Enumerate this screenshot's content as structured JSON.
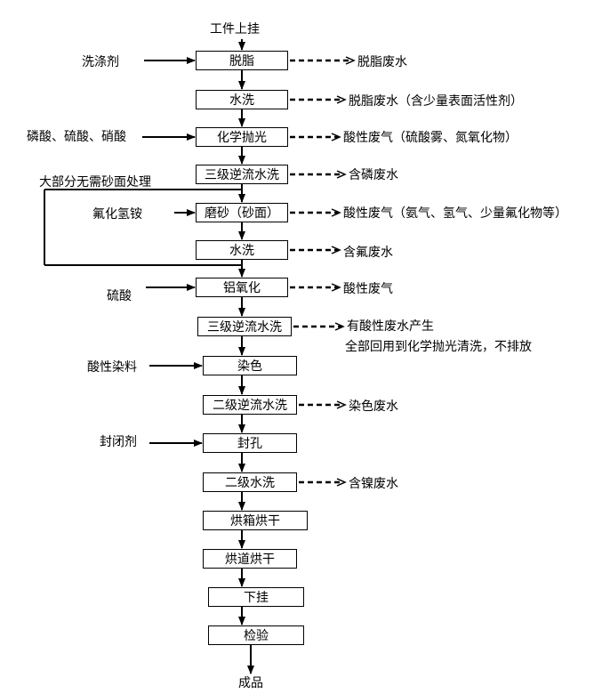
{
  "start_label": "工件上挂",
  "end_label": "成品",
  "bypass_label": "大部分无需砂面处理",
  "steps": [
    {
      "label": "脱脂",
      "input": "洗涤剂",
      "output": "脱脂废水"
    },
    {
      "label": "水洗",
      "input": "",
      "output": "脱脂废水（含少量表面活性剂）"
    },
    {
      "label": "化学抛光",
      "input": "磷酸、硫酸、硝酸",
      "output": "酸性废气（硫酸雾、氮氧化物）"
    },
    {
      "label": "三级逆流水洗",
      "input": "",
      "output": "含磷废水"
    },
    {
      "label": "磨砂（砂面）",
      "input": "氟化氢铵",
      "output": "酸性废气（氨气、氢气、少量氟化物等）"
    },
    {
      "label": "水洗",
      "input": "",
      "output": "含氟废水"
    },
    {
      "label": "铝氧化",
      "input": "硫酸",
      "output": "酸性废气"
    },
    {
      "label": "三级逆流水洗",
      "input": "",
      "output": "有酸性废水产生",
      "note": "全部回用到化学抛光清洗，不排放"
    },
    {
      "label": "染色",
      "input": "酸性染料",
      "output": ""
    },
    {
      "label": "二级逆流水洗",
      "input": "",
      "output": "染色废水"
    },
    {
      "label": "封孔",
      "input": "封闭剂",
      "output": ""
    },
    {
      "label": "二级水洗",
      "input": "",
      "output": "含镍废水"
    },
    {
      "label": "烘箱烘干",
      "input": "",
      "output": ""
    },
    {
      "label": "烘道烘干",
      "input": "",
      "output": ""
    },
    {
      "label": "下挂",
      "input": "",
      "output": ""
    },
    {
      "label": "检验",
      "input": "",
      "output": ""
    }
  ]
}
